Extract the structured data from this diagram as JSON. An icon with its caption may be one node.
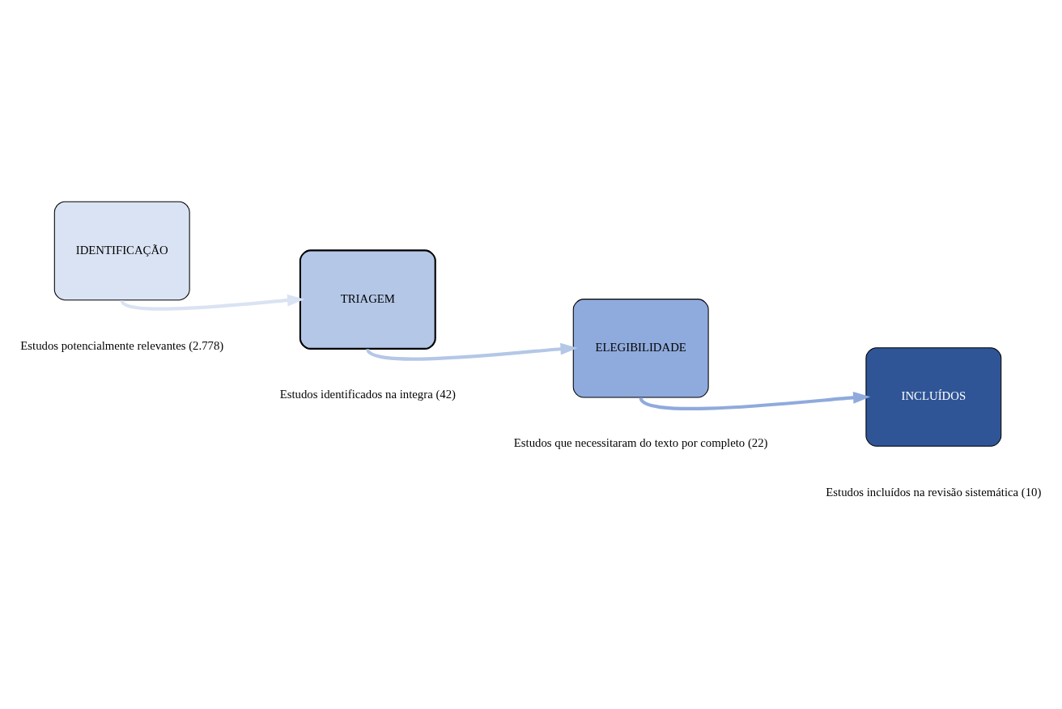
{
  "diagram": {
    "nodes": [
      {
        "text": [
          "IDENTIFICAÇÃO"
        ],
        "beside": [
          "Estudos potencialmente relevantes (2.778)"
        ]
      },
      {
        "text": [
          "TRIAGEM"
        ],
        "beside": [
          "Estudos identificados na integra (42)"
        ]
      },
      {
        "text": [
          "ELEGIBILIDADE"
        ],
        "beside": [
          "Estudos que necessitaram do texto por completo (22)"
        ]
      },
      {
        "text": [
          "INCLUÍDOS"
        ],
        "beside": [
          "Estudos incluídos na revisão sistemática (10)"
        ]
      }
    ],
    "edges": [
      {
        "from": 0,
        "to": 1,
        "arrow": "to"
      },
      {
        "from": 1,
        "to": 2,
        "arrow": "to"
      },
      {
        "from": 2,
        "to": 3,
        "arrow": "to"
      }
    ]
  }
}
